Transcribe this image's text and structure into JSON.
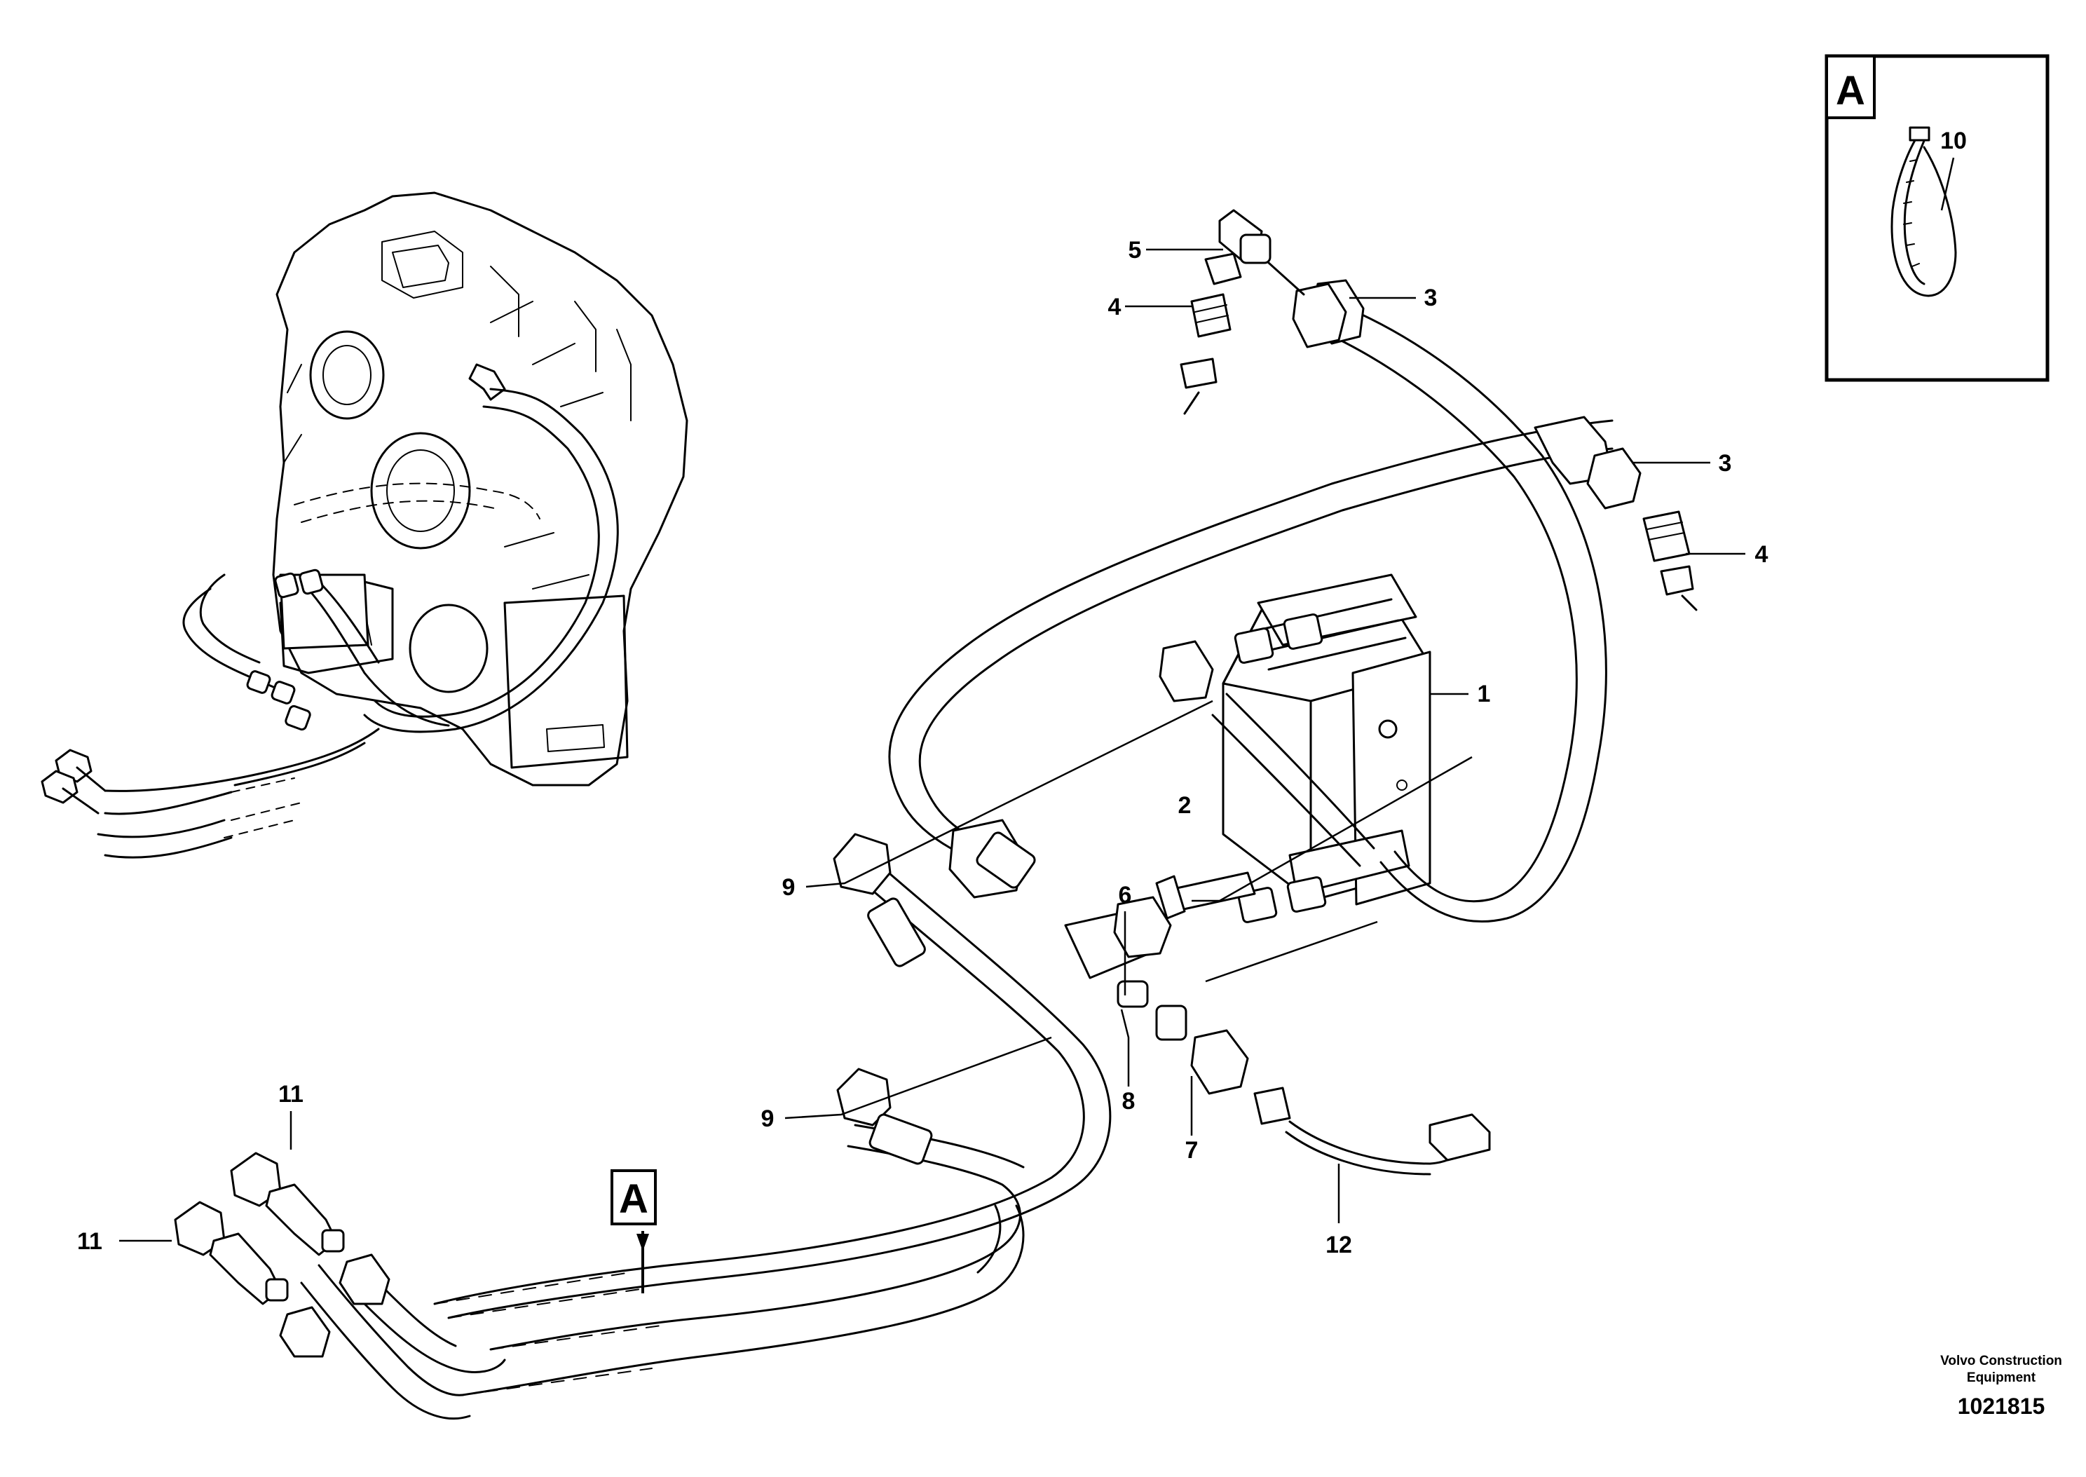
{
  "callouts": [
    {
      "id": "1",
      "label": "1"
    },
    {
      "id": "2",
      "label": "2"
    },
    {
      "id": "3a",
      "label": "3"
    },
    {
      "id": "3b",
      "label": "3"
    },
    {
      "id": "4a",
      "label": "4"
    },
    {
      "id": "4b",
      "label": "4"
    },
    {
      "id": "5",
      "label": "5"
    },
    {
      "id": "6",
      "label": "6"
    },
    {
      "id": "7",
      "label": "7"
    },
    {
      "id": "8",
      "label": "8"
    },
    {
      "id": "9a",
      "label": "9"
    },
    {
      "id": "9b",
      "label": "9"
    },
    {
      "id": "10",
      "label": "10"
    },
    {
      "id": "11a",
      "label": "11"
    },
    {
      "id": "11b",
      "label": "11"
    },
    {
      "id": "12",
      "label": "12"
    }
  ],
  "detail_view": {
    "letter": "A",
    "marker_letter": "A"
  },
  "footer": {
    "brand_line1": "Volvo Construction",
    "brand_line2": "Equipment",
    "drawing_number": "1021815"
  }
}
